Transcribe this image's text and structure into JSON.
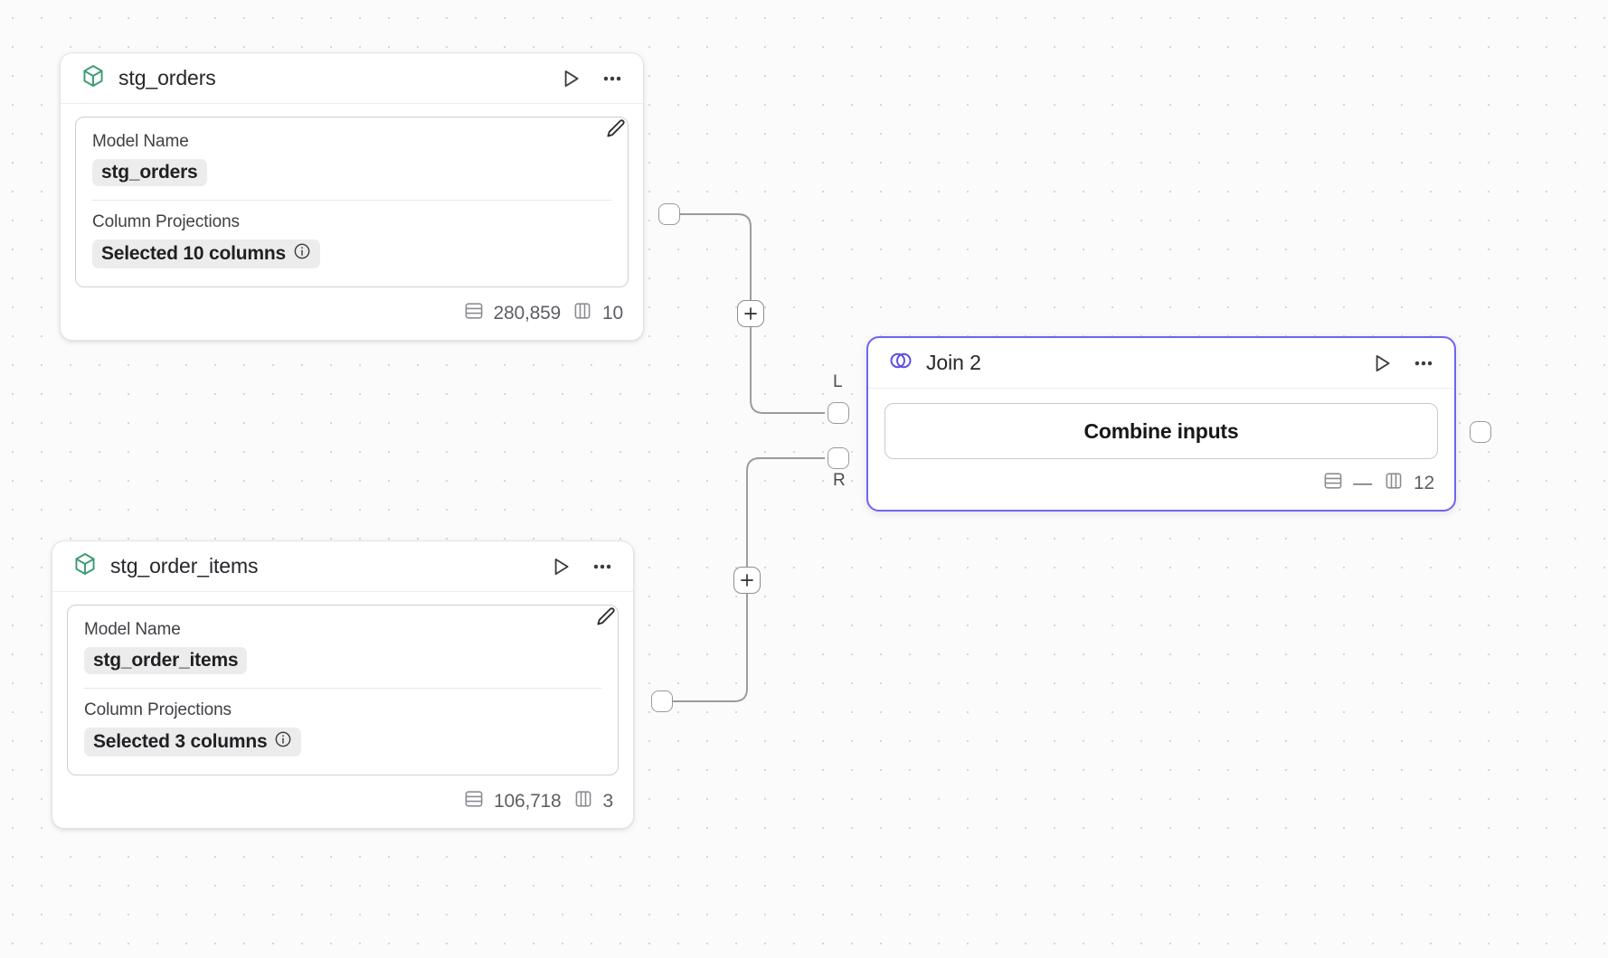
{
  "canvas": {
    "background_color": "#fbfbfb",
    "grid_dot_color": "#d6d6d6",
    "accent_color": "#7065f0",
    "model_icon_color": "#3f9e74"
  },
  "nodes": [
    {
      "id": "stg_orders",
      "type": "model",
      "title": "stg_orders",
      "icon": "cube-icon",
      "run_label": "Run",
      "menu_label": "More options",
      "fields": [
        {
          "label": "Model Name",
          "value": "stg_orders",
          "has_info": false
        },
        {
          "label": "Column Projections",
          "value": "Selected 10 columns",
          "has_info": true
        }
      ],
      "footer": {
        "rows": "280,859",
        "columns": "10"
      }
    },
    {
      "id": "stg_order_items",
      "type": "model",
      "title": "stg_order_items",
      "icon": "cube-icon",
      "run_label": "Run",
      "menu_label": "More options",
      "fields": [
        {
          "label": "Model Name",
          "value": "stg_order_items",
          "has_info": false
        },
        {
          "label": "Column Projections",
          "value": "Selected 3 columns",
          "has_info": true
        }
      ],
      "footer": {
        "rows": "106,718",
        "columns": "3"
      }
    },
    {
      "id": "join_2",
      "type": "join",
      "title": "Join 2",
      "icon": "venn-icon",
      "selected": true,
      "run_label": "Run",
      "menu_label": "More options",
      "action_button": "Combine inputs",
      "input_ports": [
        {
          "id": "left",
          "label": "L"
        },
        {
          "id": "right",
          "label": "R"
        }
      ],
      "footer": {
        "rows": "—",
        "columns": "12"
      }
    }
  ],
  "edges": [
    {
      "id": "edge-orders-to-join-left",
      "from": "stg_orders",
      "to": "join_2.left",
      "add_label": "+"
    },
    {
      "id": "edge-order-items-to-join-right",
      "from": "stg_order_items",
      "to": "join_2.right",
      "add_label": "+"
    }
  ]
}
